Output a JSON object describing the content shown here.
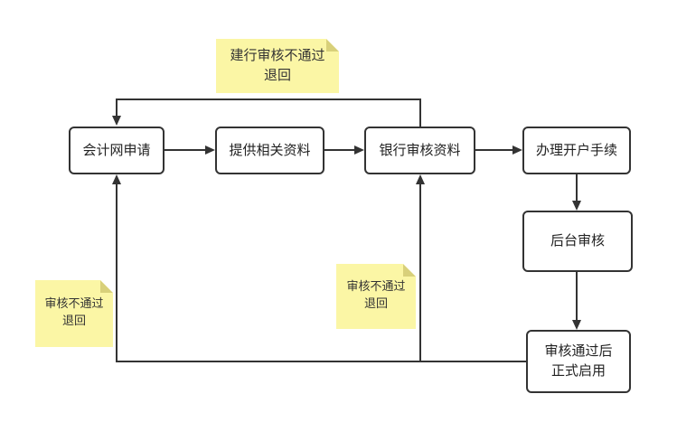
{
  "nodes": {
    "apply": "会计网申请",
    "provide": "提供相关资料",
    "bank_review": "银行审核资料",
    "open_account": "办理开户手续",
    "backend_review": "后台审核",
    "approved_line1": "审核通过后",
    "approved_line2": "正式启用"
  },
  "notes": {
    "top_line1": "建行审核不通过",
    "top_line2": "退回",
    "left_line1": "审核不通过",
    "left_line2": "退回",
    "mid_line1": "审核不通过",
    "mid_line2": "退回"
  },
  "colors": {
    "stroke": "#333333",
    "note_fill": "#fbf6a5"
  }
}
